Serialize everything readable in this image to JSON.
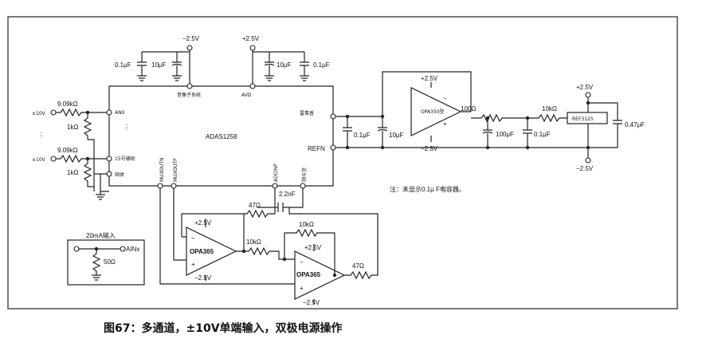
{
  "caption": "图67：多通道，±10V单端输入，双极电源操作",
  "chip": "ADAS1258",
  "ref_chip": "REF3125",
  "amp_ref": "OPA350型",
  "amp": "OPA365",
  "pins": {
    "ain0": "AN0",
    "ain15": "15号辅助",
    "com": "固体",
    "muxoutn": "MUXOUTN",
    "muxoutp": "MUXOUTP",
    "adcinp": "ADCINP",
    "adcinn": "阴卡茨",
    "refp": "雷弗普",
    "refn": "REFN",
    "dvdd": "音像子系统",
    "avdd": "AVD"
  },
  "supplies": {
    "neg": "−2.5V",
    "pos": "+2.5V"
  },
  "inputs": {
    "plus10": "±10V"
  },
  "values": {
    "c01": "0.1μF",
    "c10": "10μF",
    "c100": "100μF",
    "c047": "0.47μF",
    "c22n": "2.2nF",
    "r909k": "9.09kΩ",
    "r1k": "1kΩ",
    "r10k": "10kΩ",
    "r100": "100Ω",
    "r47": "47Ω",
    "r50": "50Ω"
  },
  "dots": "⋮",
  "inset": {
    "title": "20mA输入",
    "node": "AINx"
  },
  "note": "注：未显示0.1μ F电容器。"
}
